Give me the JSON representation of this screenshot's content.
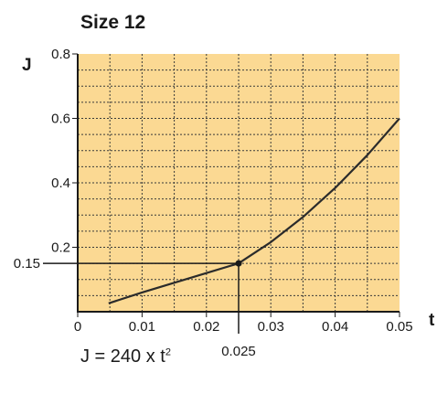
{
  "chart_data": {
    "type": "line",
    "title": "Size 12",
    "xlabel": "t",
    "ylabel": "J",
    "xlim": [
      0,
      0.05
    ],
    "ylim": [
      0,
      0.8
    ],
    "x_ticks": [
      {
        "value": 0,
        "label": "0"
      },
      {
        "value": 0.01,
        "label": "0.01"
      },
      {
        "value": 0.02,
        "label": "0.02"
      },
      {
        "value": 0.03,
        "label": "0.03"
      },
      {
        "value": 0.04,
        "label": "0.04"
      },
      {
        "value": 0.05,
        "label": "0.05"
      }
    ],
    "y_ticks": [
      {
        "value": 0.2,
        "label": "0.2"
      },
      {
        "value": 0.4,
        "label": "0.4"
      },
      {
        "value": 0.6,
        "label": "0.6"
      },
      {
        "value": 0.8,
        "label": "0.8"
      }
    ],
    "grid": true,
    "x_minor_step": 0.005,
    "y_minor_step": 0.05,
    "series": [
      {
        "x": [
          0.0048,
          0.01,
          0.015,
          0.02,
          0.025,
          0.03,
          0.035,
          0.04,
          0.045,
          0.05
        ],
        "y": [
          0.026,
          0.06,
          0.09,
          0.12,
          0.15,
          0.216,
          0.294,
          0.384,
          0.486,
          0.6
        ]
      }
    ],
    "annotation": {
      "x": 0.025,
      "y": 0.15,
      "x_label": "0.025",
      "y_label": "0.15"
    },
    "formula": {
      "main": "J = 240 x t",
      "exponent": "2"
    },
    "colors": {
      "plot_bg": "#fbd993",
      "grid": "#3a3a3a",
      "line": "#2b2b2b",
      "text": "#1a1a1a"
    }
  }
}
